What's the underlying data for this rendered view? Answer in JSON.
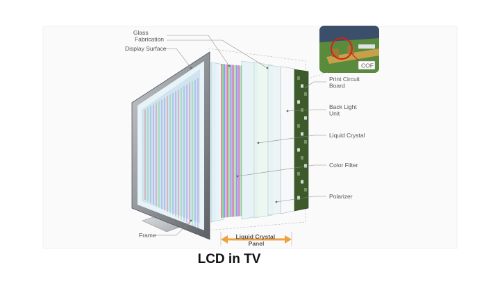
{
  "labels": {
    "glass_fabrication_line1": "Glass",
    "glass_fabrication_line2": "Fabrication",
    "display_surface": "Display Surface",
    "frame": "Frame",
    "print_circuit_board_line1": "Print Circuit",
    "print_circuit_board_line2": "Board",
    "back_light_unit_line1": "Back Light",
    "back_light_unit_line2": "Unit",
    "liquid_crystal": "Liquid Crystal",
    "color_filter": "Color Filter",
    "polarizer": "Polarizer",
    "cof": "COF",
    "liquid_crystal_panel_line1": "Liquid Crystal",
    "liquid_crystal_panel_line2": "Panel"
  },
  "caption": "LCD in TV",
  "colors": {
    "frame": "#8f9499",
    "frame_dark": "#5d6166",
    "arrow": "#f0a040",
    "highlight_circle": "#d42020",
    "stripe_red": "#e0607a",
    "stripe_green": "#5fd16a",
    "stripe_blue": "#6f8fe6",
    "stripe_purple": "#a070d8",
    "pcb": "#3c5a2a",
    "inset_board": "#5a8a3c"
  },
  "icons": [
    "stand-shape",
    "magnifier-inset"
  ]
}
